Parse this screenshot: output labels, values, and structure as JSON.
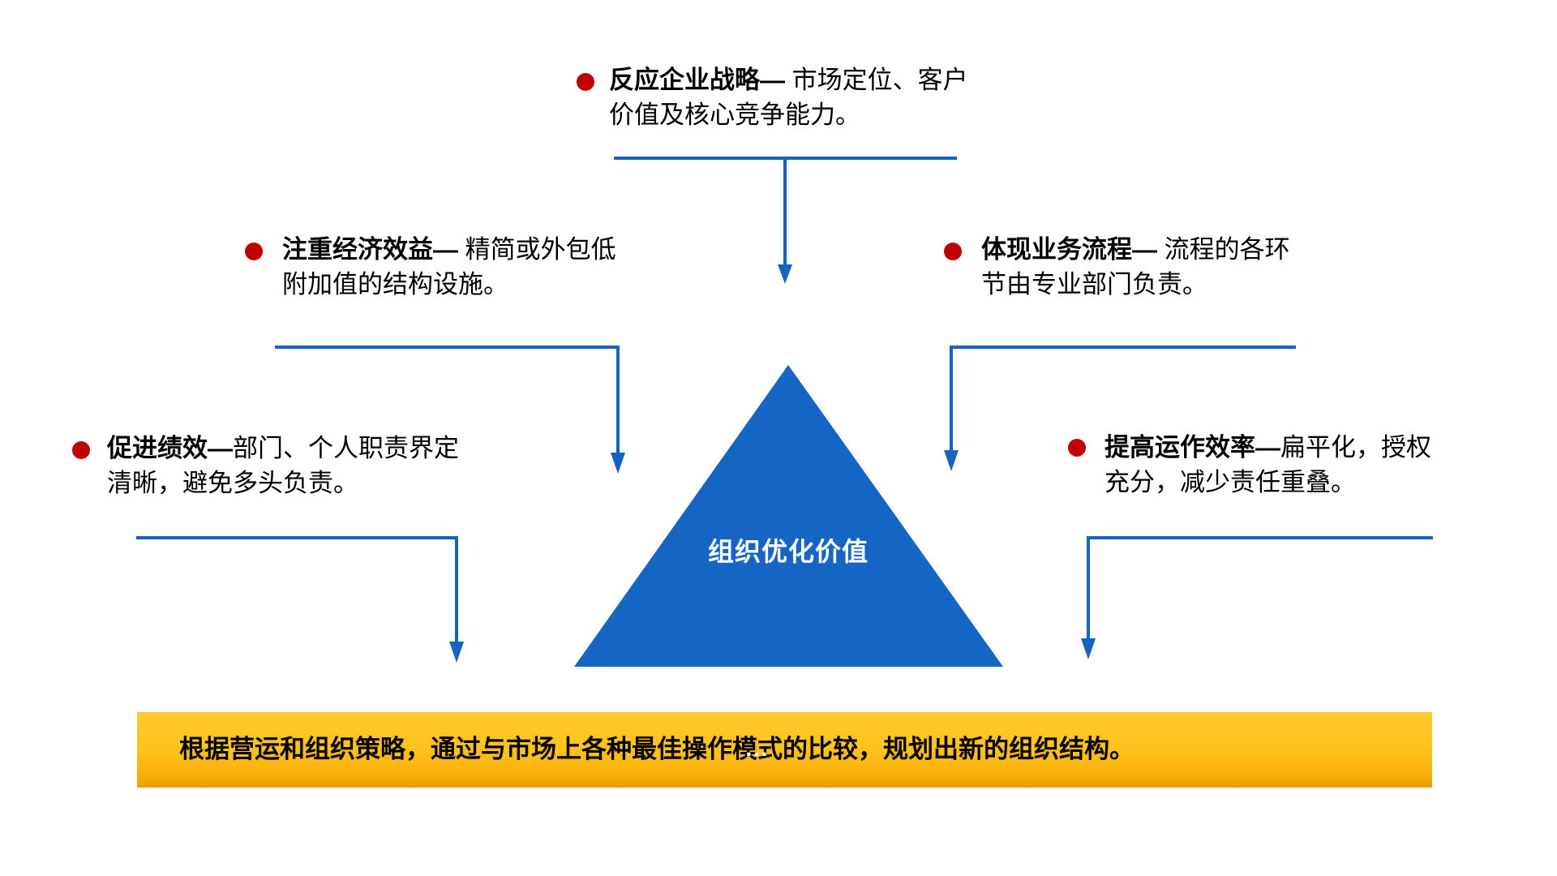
{
  "slide": {
    "background": "#FFFFFF",
    "colors": {
      "triangle_blue": "#1565C5",
      "connector_blue": "#1565C0",
      "bullet_red": "#C00000",
      "bar_gold_top": "#FFC92E",
      "bar_gold_bottom": "#E89E00",
      "text_black": "#000000",
      "triangle_label_white": "#FFFFFF"
    },
    "triangle": {
      "label": "组织优化价值"
    },
    "bullets": [
      {
        "id": "strategy",
        "bold": "反应企业战略—",
        "line1_rest": " 市场定位、客户",
        "line2": "价值及核心竞争能力。"
      },
      {
        "id": "economic",
        "bold": "注重经济效益—",
        "line1_rest": " 精简或外包低",
        "line2": "附加值的结构设施。"
      },
      {
        "id": "process",
        "bold": "体现业务流程—",
        "line1_rest": " 流程的各环",
        "line2": "节由专业部门负责。"
      },
      {
        "id": "performance",
        "bold": "促进绩效—",
        "line1_rest": "部门、个人职责界定",
        "line2": "清晰，避免多头负责。"
      },
      {
        "id": "efficiency",
        "bold": "提高运作效率—",
        "line1_rest": "扁平化，授权",
        "line2": "充分，减少责任重叠。"
      }
    ],
    "bottom_bar": {
      "text": "根据营运和组织策略，通过与市场上各种最佳操作模式的比较，规划出新的组织结构。",
      "artifact": "…"
    }
  }
}
